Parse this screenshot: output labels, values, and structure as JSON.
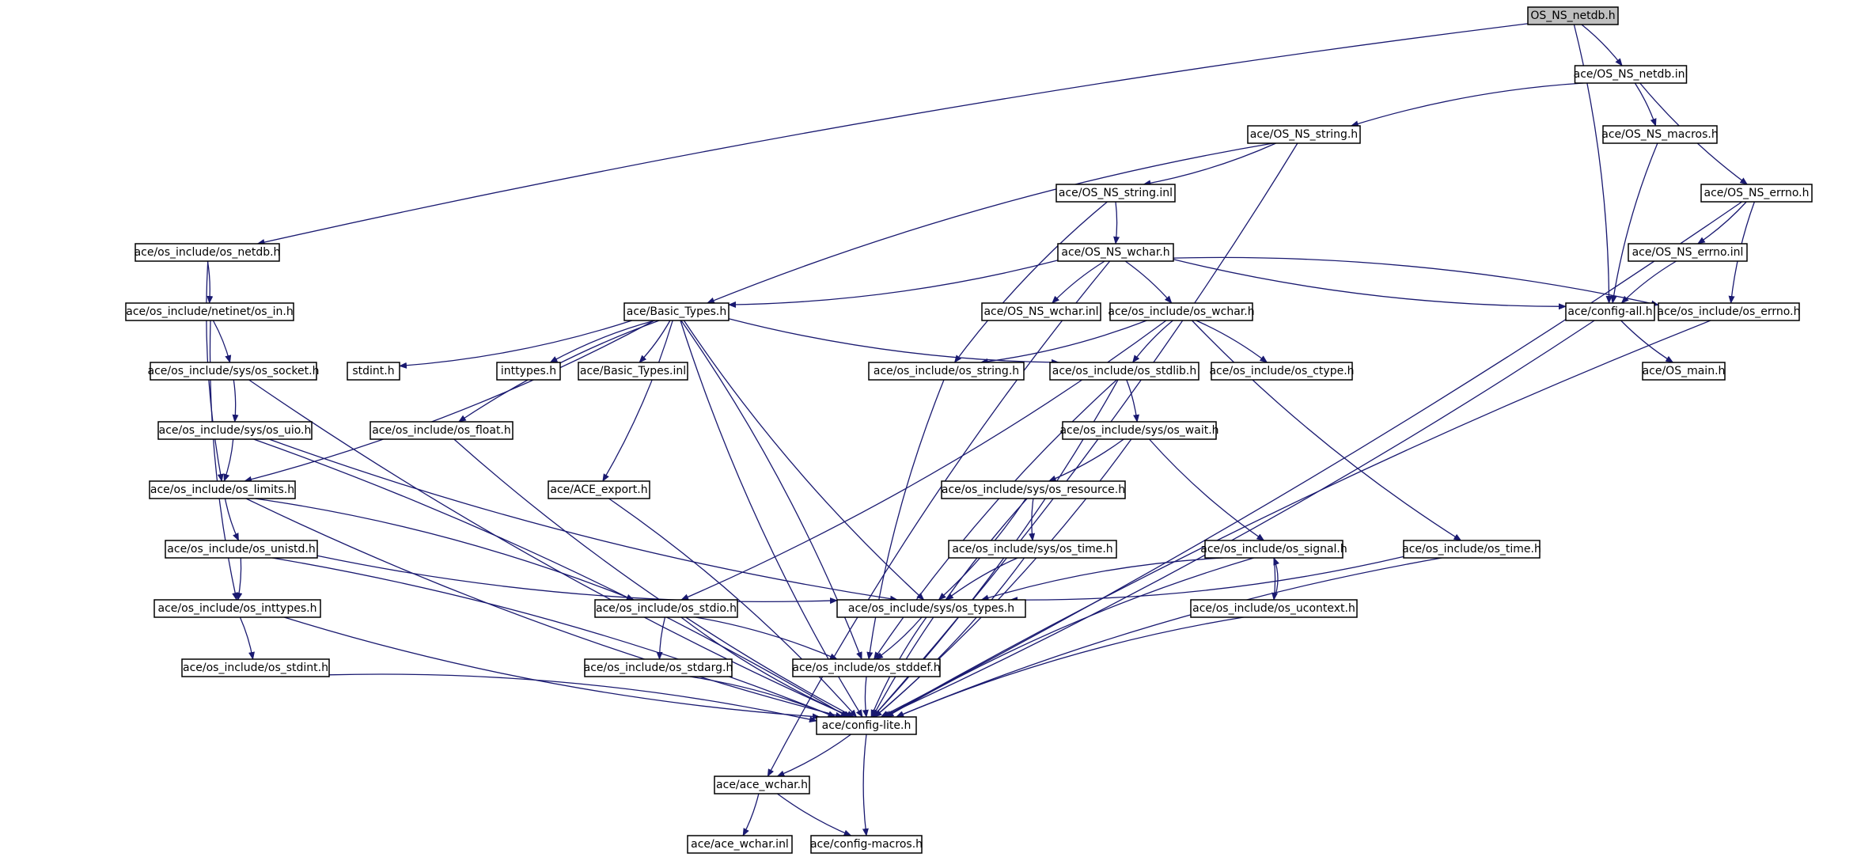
{
  "colors": {
    "edge": "#191970",
    "node_fill": "#ffffff",
    "root_fill": "#bfbfbf",
    "node_border": "#000000",
    "external_border": "#bfbfbf"
  },
  "nodes": [
    {
      "id": "root",
      "label": "OS_NS_netdb.h",
      "kind": "root"
    },
    {
      "id": "netdb_inl",
      "label": "ace/OS_NS_netdb.inl",
      "kind": "normal"
    },
    {
      "id": "ns_string_h",
      "label": "ace/OS_NS_string.h",
      "kind": "normal"
    },
    {
      "id": "ns_macros_h",
      "label": "ace/OS_NS_macros.h",
      "kind": "normal"
    },
    {
      "id": "ns_errno_h",
      "label": "ace/OS_NS_errno.h",
      "kind": "normal"
    },
    {
      "id": "ns_string_inl",
      "label": "ace/OS_NS_string.inl",
      "kind": "normal"
    },
    {
      "id": "os_netdb_h",
      "label": "ace/os_include/os_netdb.h",
      "kind": "normal"
    },
    {
      "id": "ns_wchar_h",
      "label": "ace/OS_NS_wchar.h",
      "kind": "normal"
    },
    {
      "id": "ns_errno_inl",
      "label": "ace/OS_NS_errno.inl",
      "kind": "normal"
    },
    {
      "id": "netinet_in_h",
      "label": "ace/os_include/netinet/os_in.h",
      "kind": "normal"
    },
    {
      "id": "basic_types_h",
      "label": "ace/Basic_Types.h",
      "kind": "normal"
    },
    {
      "id": "ns_wchar_inl",
      "label": "ace/OS_NS_wchar.inl",
      "kind": "normal"
    },
    {
      "id": "os_wchar_h",
      "label": "ace/os_include/os_wchar.h",
      "kind": "normal"
    },
    {
      "id": "config_all_h",
      "label": "ace/config-all.h",
      "kind": "normal"
    },
    {
      "id": "os_errno_h",
      "label": "ace/os_include/os_errno.h",
      "kind": "normal"
    },
    {
      "id": "os_socket_h",
      "label": "ace/os_include/sys/os_socket.h",
      "kind": "normal"
    },
    {
      "id": "stdint_h",
      "label": "stdint.h",
      "kind": "external"
    },
    {
      "id": "inttypes_h",
      "label": "inttypes.h",
      "kind": "external"
    },
    {
      "id": "basic_types_inl",
      "label": "ace/Basic_Types.inl",
      "kind": "normal"
    },
    {
      "id": "os_string_h",
      "label": "ace/os_include/os_string.h",
      "kind": "normal"
    },
    {
      "id": "os_stdlib_h",
      "label": "ace/os_include/os_stdlib.h",
      "kind": "normal"
    },
    {
      "id": "os_ctype_h",
      "label": "ace/os_include/os_ctype.h",
      "kind": "normal"
    },
    {
      "id": "os_main_h",
      "label": "ace/OS_main.h",
      "kind": "normal"
    },
    {
      "id": "os_uio_h",
      "label": "ace/os_include/sys/os_uio.h",
      "kind": "normal"
    },
    {
      "id": "os_float_h",
      "label": "ace/os_include/os_float.h",
      "kind": "normal"
    },
    {
      "id": "os_wait_h",
      "label": "ace/os_include/sys/os_wait.h",
      "kind": "normal"
    },
    {
      "id": "os_limits_h",
      "label": "ace/os_include/os_limits.h",
      "kind": "normal"
    },
    {
      "id": "ace_export_h",
      "label": "ace/ACE_export.h",
      "kind": "normal"
    },
    {
      "id": "os_resource_h",
      "label": "ace/os_include/sys/os_resource.h",
      "kind": "normal"
    },
    {
      "id": "os_unistd_h",
      "label": "ace/os_include/os_unistd.h",
      "kind": "normal"
    },
    {
      "id": "sys_os_time_h",
      "label": "ace/os_include/sys/os_time.h",
      "kind": "normal"
    },
    {
      "id": "os_signal_h",
      "label": "ace/os_include/os_signal.h",
      "kind": "normal"
    },
    {
      "id": "os_time_h",
      "label": "ace/os_include/os_time.h",
      "kind": "normal"
    },
    {
      "id": "os_inttypes_h",
      "label": "ace/os_include/os_inttypes.h",
      "kind": "normal"
    },
    {
      "id": "os_stdio_h",
      "label": "ace/os_include/os_stdio.h",
      "kind": "normal"
    },
    {
      "id": "sys_os_types_h",
      "label": "ace/os_include/sys/os_types.h",
      "kind": "normal"
    },
    {
      "id": "os_ucontext_h",
      "label": "ace/os_include/os_ucontext.h",
      "kind": "normal"
    },
    {
      "id": "os_stdint_h",
      "label": "ace/os_include/os_stdint.h",
      "kind": "normal"
    },
    {
      "id": "os_stdarg_h",
      "label": "ace/os_include/os_stdarg.h",
      "kind": "normal"
    },
    {
      "id": "os_stddef_h",
      "label": "ace/os_include/os_stddef.h",
      "kind": "normal"
    },
    {
      "id": "config_lite_h",
      "label": "ace/config-lite.h",
      "kind": "normal"
    },
    {
      "id": "ace_wchar_h",
      "label": "ace/ace_wchar.h",
      "kind": "normal"
    },
    {
      "id": "ace_wchar_inl",
      "label": "ace/ace_wchar.inl",
      "kind": "normal"
    },
    {
      "id": "config_macros_h",
      "label": "ace/config-macros.h",
      "kind": "external"
    }
  ],
  "edges": [
    [
      "root",
      "netdb_inl"
    ],
    [
      "root",
      "os_netdb_h"
    ],
    [
      "root",
      "config_all_h"
    ],
    [
      "netdb_inl",
      "ns_string_h"
    ],
    [
      "netdb_inl",
      "ns_macros_h"
    ],
    [
      "netdb_inl",
      "ns_errno_h"
    ],
    [
      "ns_string_h",
      "ns_string_inl"
    ],
    [
      "ns_string_h",
      "basic_types_h"
    ],
    [
      "ns_string_h",
      "config_lite_h"
    ],
    [
      "ns_macros_h",
      "config_all_h"
    ],
    [
      "ns_errno_h",
      "ns_errno_inl"
    ],
    [
      "ns_errno_h",
      "os_errno_h"
    ],
    [
      "ns_errno_h",
      "config_lite_h"
    ],
    [
      "ns_errno_inl",
      "config_all_h"
    ],
    [
      "ns_string_inl",
      "ns_wchar_h"
    ],
    [
      "ns_string_inl",
      "os_string_h"
    ],
    [
      "ns_wchar_h",
      "basic_types_h"
    ],
    [
      "ns_wchar_h",
      "ns_wchar_inl"
    ],
    [
      "ns_wchar_h",
      "os_wchar_h"
    ],
    [
      "ns_wchar_h",
      "config_all_h"
    ],
    [
      "ns_wchar_h",
      "os_errno_h"
    ],
    [
      "ns_wchar_h",
      "ace_wchar_h"
    ],
    [
      "os_netdb_h",
      "netinet_in_h"
    ],
    [
      "os_netdb_h",
      "os_limits_h"
    ],
    [
      "netinet_in_h",
      "os_socket_h"
    ],
    [
      "netinet_in_h",
      "os_inttypes_h"
    ],
    [
      "basic_types_h",
      "stdint_h"
    ],
    [
      "basic_types_h",
      "inttypes_h"
    ],
    [
      "basic_types_h",
      "basic_types_inl"
    ],
    [
      "basic_types_h",
      "os_float_h"
    ],
    [
      "basic_types_h",
      "ace_export_h"
    ],
    [
      "basic_types_h",
      "os_stdlib_h"
    ],
    [
      "basic_types_h",
      "os_limits_h"
    ],
    [
      "basic_types_h",
      "sys_os_types_h"
    ],
    [
      "basic_types_h",
      "os_stddef_h"
    ],
    [
      "basic_types_h",
      "config_lite_h"
    ],
    [
      "os_wchar_h",
      "os_string_h"
    ],
    [
      "os_wchar_h",
      "os_stdlib_h"
    ],
    [
      "os_wchar_h",
      "os_ctype_h"
    ],
    [
      "os_wchar_h",
      "os_time_h"
    ],
    [
      "os_wchar_h",
      "os_stdio_h"
    ],
    [
      "config_all_h",
      "os_main_h"
    ],
    [
      "config_all_h",
      "config_lite_h"
    ],
    [
      "os_errno_h",
      "config_lite_h"
    ],
    [
      "os_socket_h",
      "os_uio_h"
    ],
    [
      "os_socket_h",
      "config_lite_h"
    ],
    [
      "os_uio_h",
      "os_limits_h"
    ],
    [
      "os_uio_h",
      "sys_os_types_h"
    ],
    [
      "os_uio_h",
      "config_lite_h"
    ],
    [
      "os_string_h",
      "os_stddef_h"
    ],
    [
      "os_stdlib_h",
      "os_wait_h"
    ],
    [
      "os_stdlib_h",
      "os_stddef_h"
    ],
    [
      "os_stdlib_h",
      "config_lite_h"
    ],
    [
      "os_float_h",
      "config_lite_h"
    ],
    [
      "os_wait_h",
      "os_resource_h"
    ],
    [
      "os_wait_h",
      "os_signal_h"
    ],
    [
      "os_wait_h",
      "config_lite_h"
    ],
    [
      "os_limits_h",
      "os_unistd_h"
    ],
    [
      "os_limits_h",
      "os_stdio_h"
    ],
    [
      "os_limits_h",
      "config_lite_h"
    ],
    [
      "ace_export_h",
      "config_lite_h"
    ],
    [
      "os_resource_h",
      "sys_os_time_h"
    ],
    [
      "os_resource_h",
      "sys_os_types_h"
    ],
    [
      "os_resource_h",
      "config_lite_h"
    ],
    [
      "os_unistd_h",
      "os_inttypes_h"
    ],
    [
      "os_unistd_h",
      "sys_os_types_h"
    ],
    [
      "os_unistd_h",
      "config_lite_h"
    ],
    [
      "sys_os_time_h",
      "sys_os_types_h"
    ],
    [
      "sys_os_time_h",
      "config_lite_h"
    ],
    [
      "os_signal_h",
      "sys_os_types_h"
    ],
    [
      "os_signal_h",
      "os_ucontext_h"
    ],
    [
      "os_signal_h",
      "config_lite_h"
    ],
    [
      "os_ucontext_h",
      "os_signal_h"
    ],
    [
      "os_ucontext_h",
      "config_lite_h"
    ],
    [
      "os_time_h",
      "sys_os_types_h"
    ],
    [
      "os_time_h",
      "config_lite_h"
    ],
    [
      "os_inttypes_h",
      "os_stdint_h"
    ],
    [
      "os_inttypes_h",
      "config_lite_h"
    ],
    [
      "os_stdint_h",
      "config_lite_h"
    ],
    [
      "os_stdio_h",
      "os_stdarg_h"
    ],
    [
      "os_stdio_h",
      "os_stddef_h"
    ],
    [
      "os_stdio_h",
      "config_lite_h"
    ],
    [
      "sys_os_types_h",
      "os_stddef_h"
    ],
    [
      "sys_os_types_h",
      "config_lite_h"
    ],
    [
      "os_stdarg_h",
      "config_lite_h"
    ],
    [
      "os_stddef_h",
      "config_lite_h"
    ],
    [
      "config_lite_h",
      "ace_wchar_h"
    ],
    [
      "config_lite_h",
      "config_macros_h"
    ],
    [
      "ace_wchar_h",
      "ace_wchar_inl"
    ],
    [
      "ace_wchar_h",
      "config_macros_h"
    ]
  ]
}
